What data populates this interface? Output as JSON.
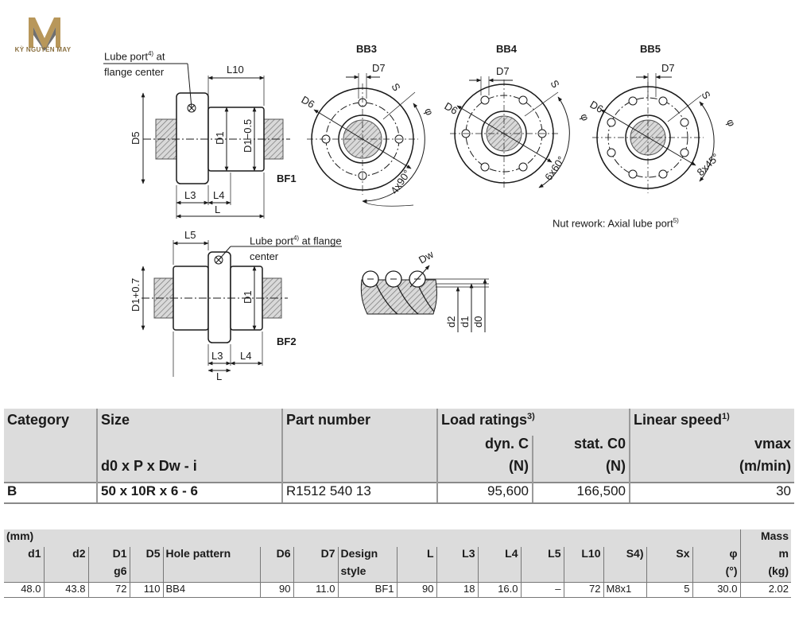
{
  "logo": {
    "text": "KỲ NGUYÊN MAY"
  },
  "drawings": {
    "bf1": {
      "label": "BF1",
      "lube_note_l1": "Lube port",
      "lube_note_sup": "4)",
      "lube_note_l1b": " at",
      "lube_note_l2": "flange center",
      "dims": {
        "l10": "L10",
        "d5": "D5",
        "d1": "D1",
        "d1_tol": "D1−0.5",
        "l3": "L3",
        "l4": "L4",
        "l": "L"
      }
    },
    "bf2": {
      "label": "BF2",
      "lube_note_l1": "Lube port",
      "lube_note_sup": "4)",
      "lube_note_l1b": " at flange",
      "lube_note_l2": "center",
      "dims": {
        "l5": "L5",
        "d1_tol": "D1+0.7",
        "d1": "D1",
        "l3": "L3",
        "l4": "L4",
        "l": "L"
      }
    },
    "bb3": {
      "label": "BB3",
      "d7": "D7",
      "d6": "D6",
      "s": "S",
      "phi": "φ",
      "pattern": "4x90°"
    },
    "bb4": {
      "label": "BB4",
      "d7": "D7",
      "d6": "D6",
      "s": "S",
      "phi": "φ",
      "pattern": "6x60°"
    },
    "bb5": {
      "label": "BB5",
      "d7": "D7",
      "d6": "D6",
      "s": "S",
      "phi": "φ",
      "pattern": "8x45°"
    },
    "nut_rework": {
      "text": "Nut rework: Axial lube port",
      "sup": "5)"
    },
    "ball": {
      "dw": "Dw",
      "d2": "d2",
      "d1": "d1",
      "d0": "d0"
    }
  },
  "spec_table": {
    "headers": {
      "category": "Category",
      "size": "Size",
      "part_number": "Part number",
      "load_ratings": "Load ratings",
      "load_ratings_sup": "3)",
      "linear_speed": "Linear speed",
      "linear_speed_sup": "1)",
      "dyn": "dyn. C",
      "stat": "stat. C0",
      "vmax": "vmax",
      "size_formula": "d0 x P x Dw - i",
      "dyn_unit": "(N)",
      "stat_unit": "(N)",
      "vmax_unit": "(m/min)"
    },
    "row": {
      "category": "B",
      "size": "50 x 10R x 6 - 6",
      "part_number": "R1512 540 13",
      "dyn": "95,600",
      "stat": "166,500",
      "vmax": "30"
    }
  },
  "dim_table": {
    "unit": "(mm)",
    "headers": [
      "d1",
      "d2",
      "D1",
      "D5",
      "Hole pattern",
      "D6",
      "D7",
      "Design",
      "L",
      "L3",
      "L4",
      "L5",
      "L10",
      "S4)",
      "Sx",
      "φ",
      "m"
    ],
    "sub": {
      "d1g6": "g6",
      "design2": "style",
      "phi": "(°)",
      "mass_top": "Mass",
      "mass_unit": "(kg)"
    },
    "row": [
      "48.0",
      "43.8",
      "72",
      "110",
      "BB4",
      "90",
      "11.0",
      "BF1",
      "90",
      "18",
      "16.0",
      "–",
      "72",
      "M8x1",
      "5",
      "30.0",
      "2.02"
    ]
  }
}
